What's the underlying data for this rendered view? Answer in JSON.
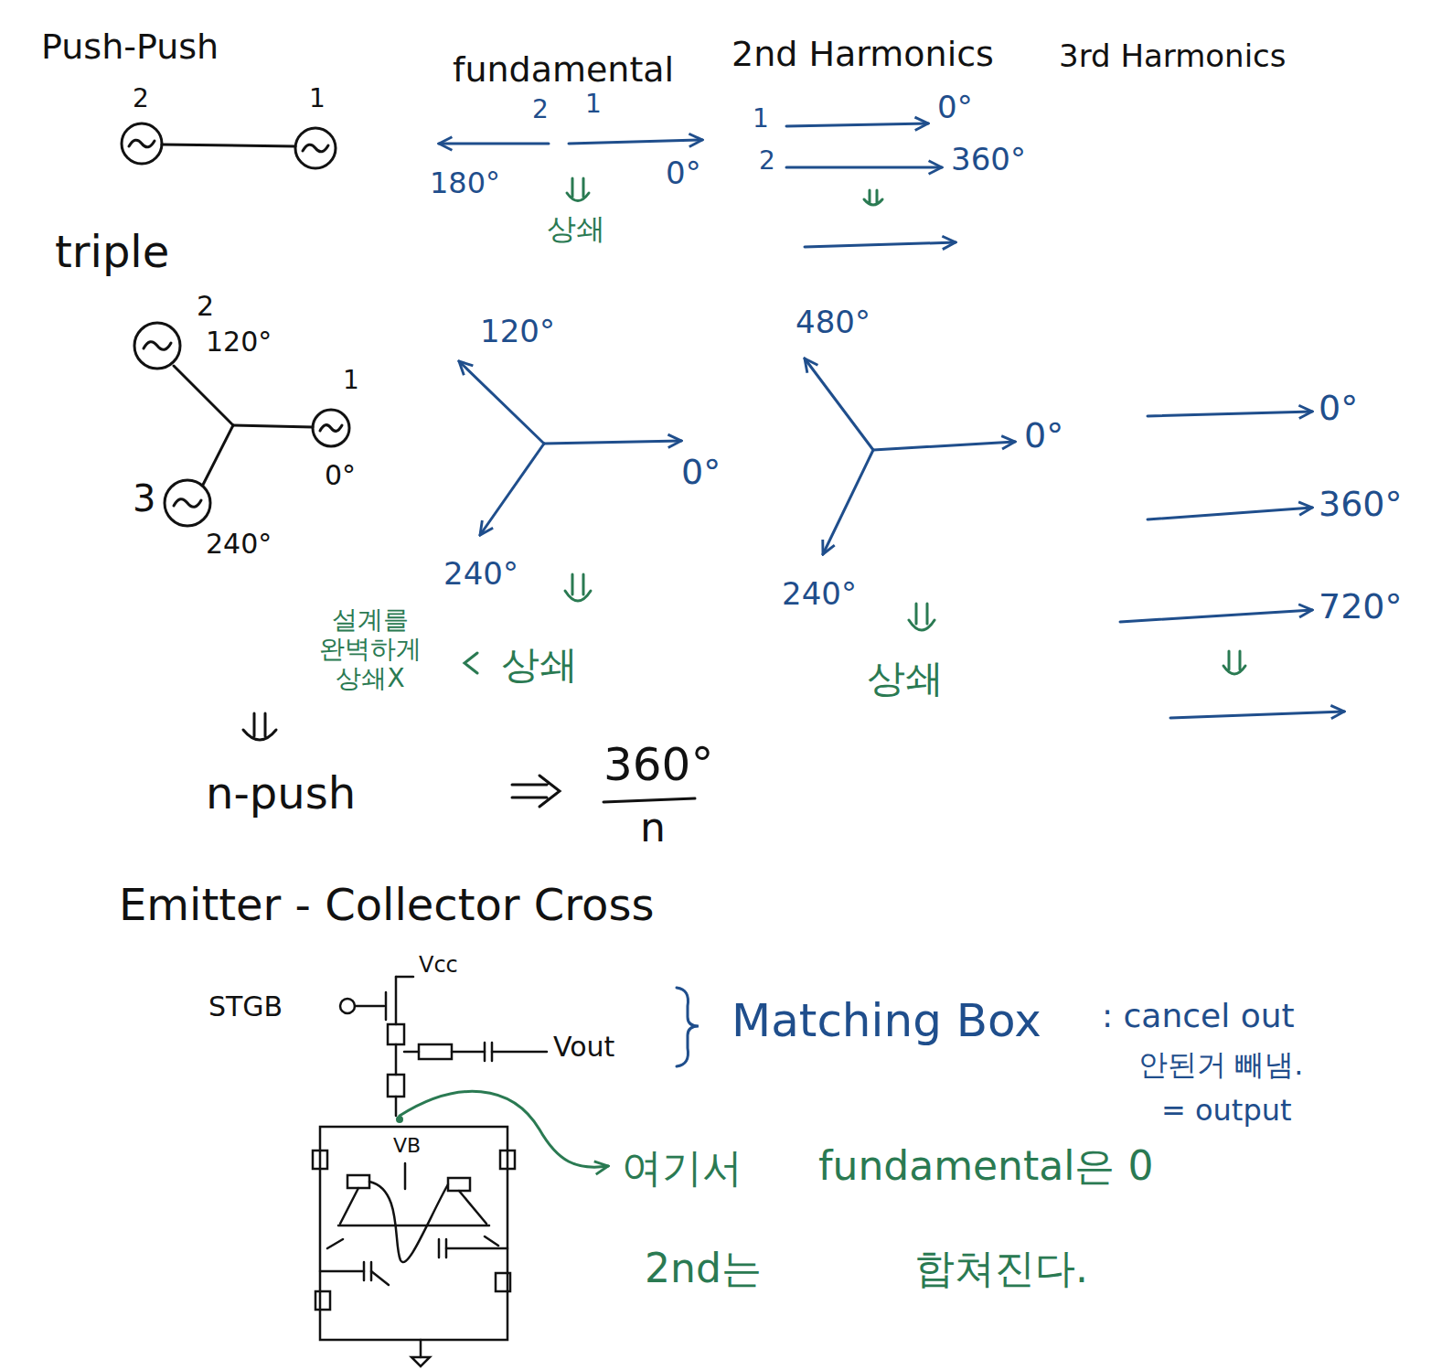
{
  "diagram": {
    "labels": [
      "Push-Push",
      "fundamental",
      "2nd Harmonics",
      "3rd Harmonics",
      "2",
      "1",
      "2",
      "1",
      "180°",
      "0°",
      "상쇄",
      "1",
      "0°",
      "2",
      "360°",
      "triple",
      "2",
      "120°",
      "1",
      "0°",
      "3",
      "240°",
      "120°",
      "0°",
      "240°",
      "상쇄",
      "설계를 완벽하게 상쇄X",
      "480°",
      "0°",
      "240°",
      "상쇄",
      "0°",
      "360°",
      "720°",
      "n-push",
      "360°",
      "n",
      "Emitter - Collector Cross",
      "STGB",
      "Vcc",
      "Vout",
      "VB",
      "Matching Box",
      ": cancel out",
      "안된거 빼냄.",
      "= output",
      "여기서",
      "fundamental은 0",
      "2nd는",
      "합쳐진다."
    ]
  }
}
